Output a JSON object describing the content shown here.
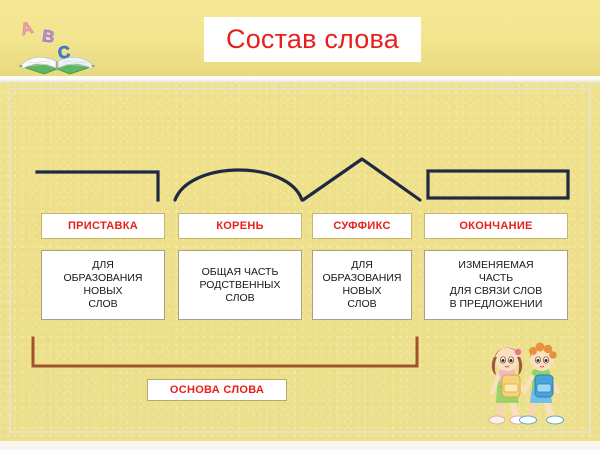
{
  "slide": {
    "title": "Состав слова",
    "background_color": "#efe28c",
    "title_color": "#e8201c",
    "panel_border_color": "#e7e2cb"
  },
  "logo": {
    "name": "abc-book-logo",
    "letters": [
      "A",
      "B",
      "C"
    ],
    "letter_colors": [
      "#f0a0a8",
      "#b58fd4",
      "#3f7fd0"
    ]
  },
  "morphemes": [
    {
      "id": "prefix",
      "symbol": "prefix-bracket",
      "label": "ПРИСТАВКА",
      "description_lines": [
        "ДЛЯ",
        "ОБРАЗОВАНИЯ",
        "НОВЫХ",
        "СЛОВ"
      ]
    },
    {
      "id": "root",
      "symbol": "root-arc",
      "label": "КОРЕНЬ",
      "description_lines": [
        "ОБЩАЯ ЧАСТЬ",
        "РОДСТВЕННЫХ",
        "СЛОВ"
      ]
    },
    {
      "id": "suffix",
      "symbol": "suffix-caret",
      "label": "СУФФИКС",
      "description_lines": [
        "ДЛЯ",
        "ОБРАЗОВАНИЯ",
        "НОВЫХ",
        "СЛОВ"
      ]
    },
    {
      "id": "ending",
      "symbol": "ending-rectangle",
      "label": "ОКОНЧАНИЕ",
      "description_lines": [
        "ИЗМЕНЯЕМАЯ",
        "ЧАСТЬ",
        "ДЛЯ СВЯЗИ СЛОВ",
        "В ПРЕДЛОЖЕНИИ"
      ]
    }
  ],
  "stem": {
    "label": "ОСНОВА СЛОВА",
    "bracket_color": "#a0522d"
  },
  "decor": {
    "kids": "two-schoolchildren-illustration",
    "watermark": ""
  },
  "colors": {
    "symbol_stroke": "#1e2a45",
    "label_red": "#e8201c",
    "chip_border": "#c6b76a",
    "desc_border": "#a8a08f"
  }
}
